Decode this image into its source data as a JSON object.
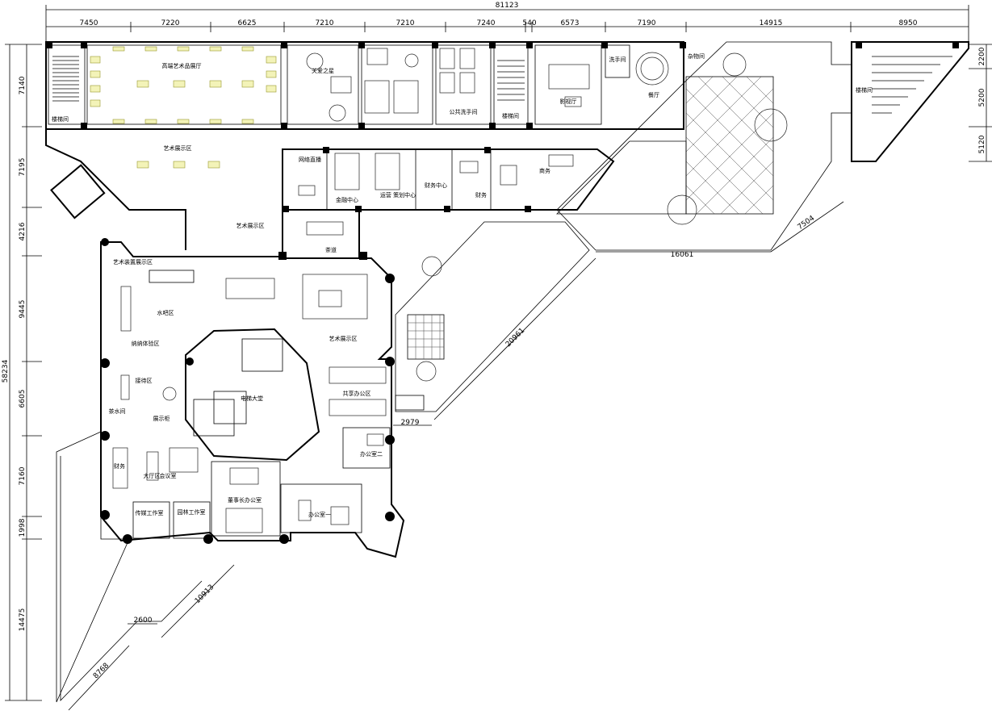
{
  "dimensions": {
    "overall_width": "81123",
    "overall_height": "58234",
    "top": [
      "7450",
      "7220",
      "6625",
      "7210",
      "7210",
      "7240",
      "540",
      "6573",
      "7190",
      "14915",
      "8950"
    ],
    "right": [
      "2200",
      "5200",
      "5120"
    ],
    "left": [
      "7140",
      "7195",
      "4216",
      "9445",
      "6605",
      "7160",
      "1998",
      "14475"
    ],
    "diagonals": [
      "16061",
      "7504",
      "20961",
      "2979",
      "10913",
      "2600",
      "8768"
    ]
  },
  "rooms": {
    "gallery_hall": "高端艺术品展厅",
    "stair_nw": "楼梯间",
    "art_show_1": "艺术展示区",
    "art_show_2": "艺术展示区",
    "art_show_3": "艺术展示区",
    "guanai": "关爱之星",
    "wc": "公共洗手间",
    "stair_mid": "楼梯间",
    "cinema": "影视厅",
    "wash2": "洗手间",
    "restaurant": "餐厅",
    "storage": "杂物间",
    "stair_ne": "楼梯间",
    "live": "网络直播",
    "finance": "金融中心",
    "ops": "运营  策划中心",
    "service": "财务中心",
    "finance2": "财务",
    "business": "商务",
    "tea": "茶道",
    "install_art": "艺术装置展示区",
    "water_bar": "水吧区",
    "reception": "接待区",
    "gift": "纳纳体验区",
    "elevator_hall": "电梯大堂",
    "shared_office": "共享办公区",
    "office2": "办公室二",
    "office1": "办公室一",
    "chairman": "董事长办公室",
    "media": "传媒工作室",
    "garden_studio": "园林工作室",
    "meeting": "会议室",
    "tea_room": "茶水间",
    "display": "展示柜",
    "finance_room": "财务",
    "drive": "大厅区"
  }
}
